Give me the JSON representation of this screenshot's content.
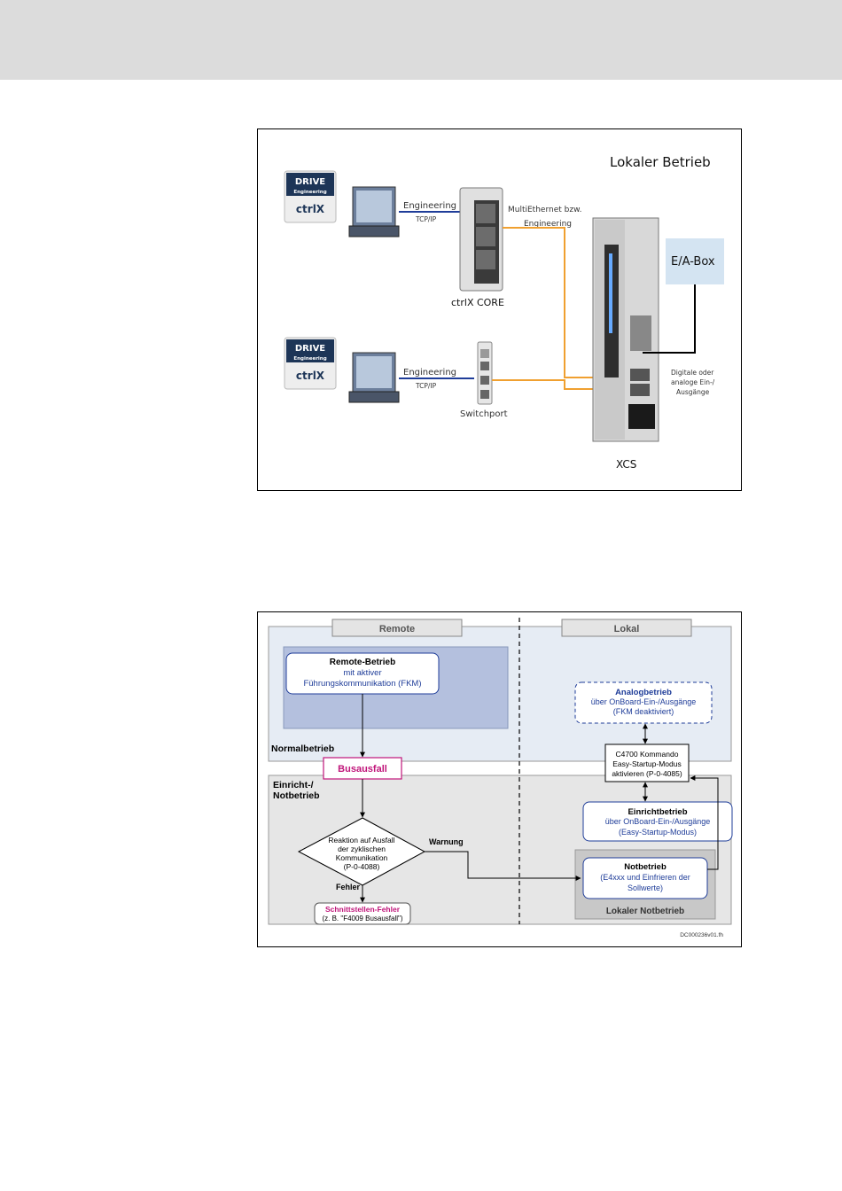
{
  "figure1": {
    "title": "Lokaler Betrieb",
    "logo_top": {
      "line1": "DRIVE",
      "line2": "Engineering",
      "line3": "ctrlX"
    },
    "logo_bottom": {
      "line1": "DRIVE",
      "line2": "Engineering",
      "line3": "ctrlX"
    },
    "link1_label": "Engineering",
    "link1_sub": "TCP/IP",
    "link2_label": "Engineering",
    "link2_sub": "TCP/IP",
    "multiethernet_line1": "MultiEthernet bzw.",
    "multiethernet_line2": "Engineering",
    "ctrlx_core_label": "ctrlX CORE",
    "switchport_label": "Switchport",
    "ea_box_label": "E/A-Box",
    "io_line1": "Digitale oder",
    "io_line2": "analoge Ein-/",
    "io_line3": "Ausgänge",
    "xcs_label": "XCS",
    "colors": {
      "engineering_link": "#1f3d99",
      "ethernet_link": "#f0a030",
      "ea_box": "#d4e4f2"
    }
  },
  "figure2": {
    "remote_header": "Remote",
    "lokal_header": "Lokal",
    "remote_betrieb_title": "Remote-Betrieb",
    "remote_betrieb_line2": "mit aktiver",
    "remote_betrieb_line3": "Führungskommunikation (FKM)",
    "normalbetrieb_label": "Normalbetrieb",
    "busausfall_label": "Busausfall",
    "einricht_notbetrieb_line1": "Einricht-/",
    "einricht_notbetrieb_line2": "Notbetrieb",
    "decision_line1": "Reaktion auf Ausfall",
    "decision_line2": "der zyklischen",
    "decision_line3": "Kommunikation",
    "decision_line4": "(P-0-4088)",
    "warnung_label": "Warnung",
    "fehler_label": "Fehler",
    "schnittstellen_title": "Schnittstellen-Fehler",
    "schnittstellen_sub": "(z. B. \"F4009 Busausfall\")",
    "analogbetrieb_title": "Analogbetrieb",
    "analogbetrieb_line2": "über OnBoard-Ein-/Ausgänge",
    "analogbetrieb_line3": "(FKM deaktiviert)",
    "c4700_line1": "C4700 Kommando",
    "c4700_line2": "Easy-Startup-Modus",
    "c4700_line3": "aktivieren (P-0-4085)",
    "einrichtbetrieb_title": "Einrichtbetrieb",
    "einrichtbetrieb_line2": "über OnBoard-Ein-/Ausgänge",
    "einrichtbetrieb_line3": "(Easy-Startup-Modus)",
    "notbetrieb_title": "Notbetrieb",
    "notbetrieb_line2": "(E4xxx und Einfrieren der",
    "notbetrieb_line3": "Sollwerte)",
    "lokaler_notbetrieb_label": "Lokaler Notbetrieb",
    "footnote": "DC000236v01.fh",
    "colors": {
      "blue_text": "#1f3d99",
      "magenta": "#c0157a",
      "light_blue_panel": "#e6ecf4",
      "remote_inner": "#b4c0de",
      "grey_panel": "#e6e6e6"
    }
  }
}
